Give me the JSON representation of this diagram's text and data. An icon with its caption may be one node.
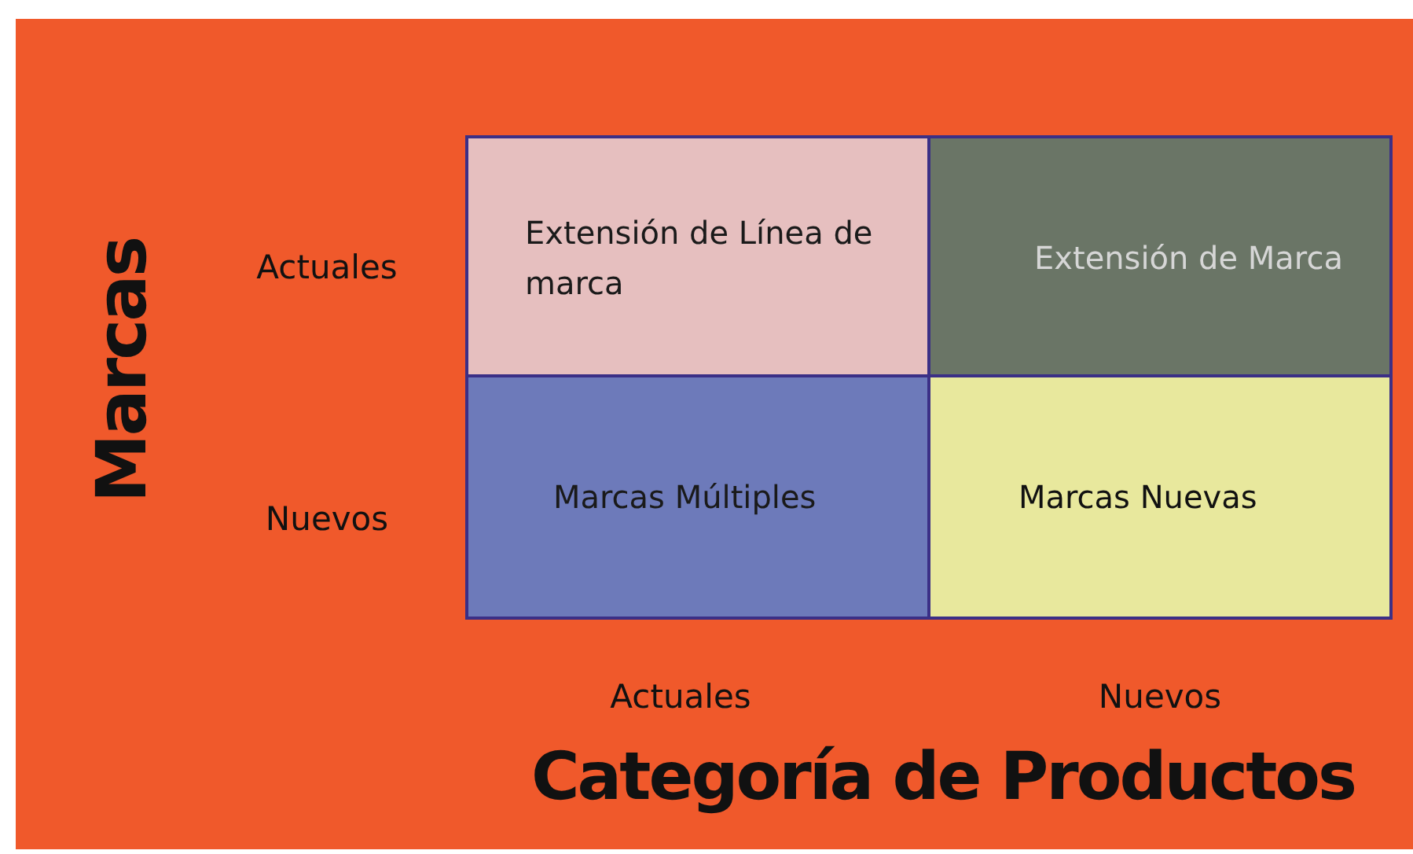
{
  "diagram": {
    "nodes": [
      {
        "text": [
          "Extensión de Línea de marca"
        ]
      },
      {
        "text": [
          "Extensión de Marca"
        ]
      },
      {
        "text": [
          "Marcas Múltiples"
        ]
      },
      {
        "text": [
          "Marcas Nuevas"
        ]
      }
    ],
    "labels": [
      "Marcas",
      "Actuales",
      "Nuevos",
      "Actuales",
      "Nuevos",
      "Categoría de Productos"
    ]
  }
}
